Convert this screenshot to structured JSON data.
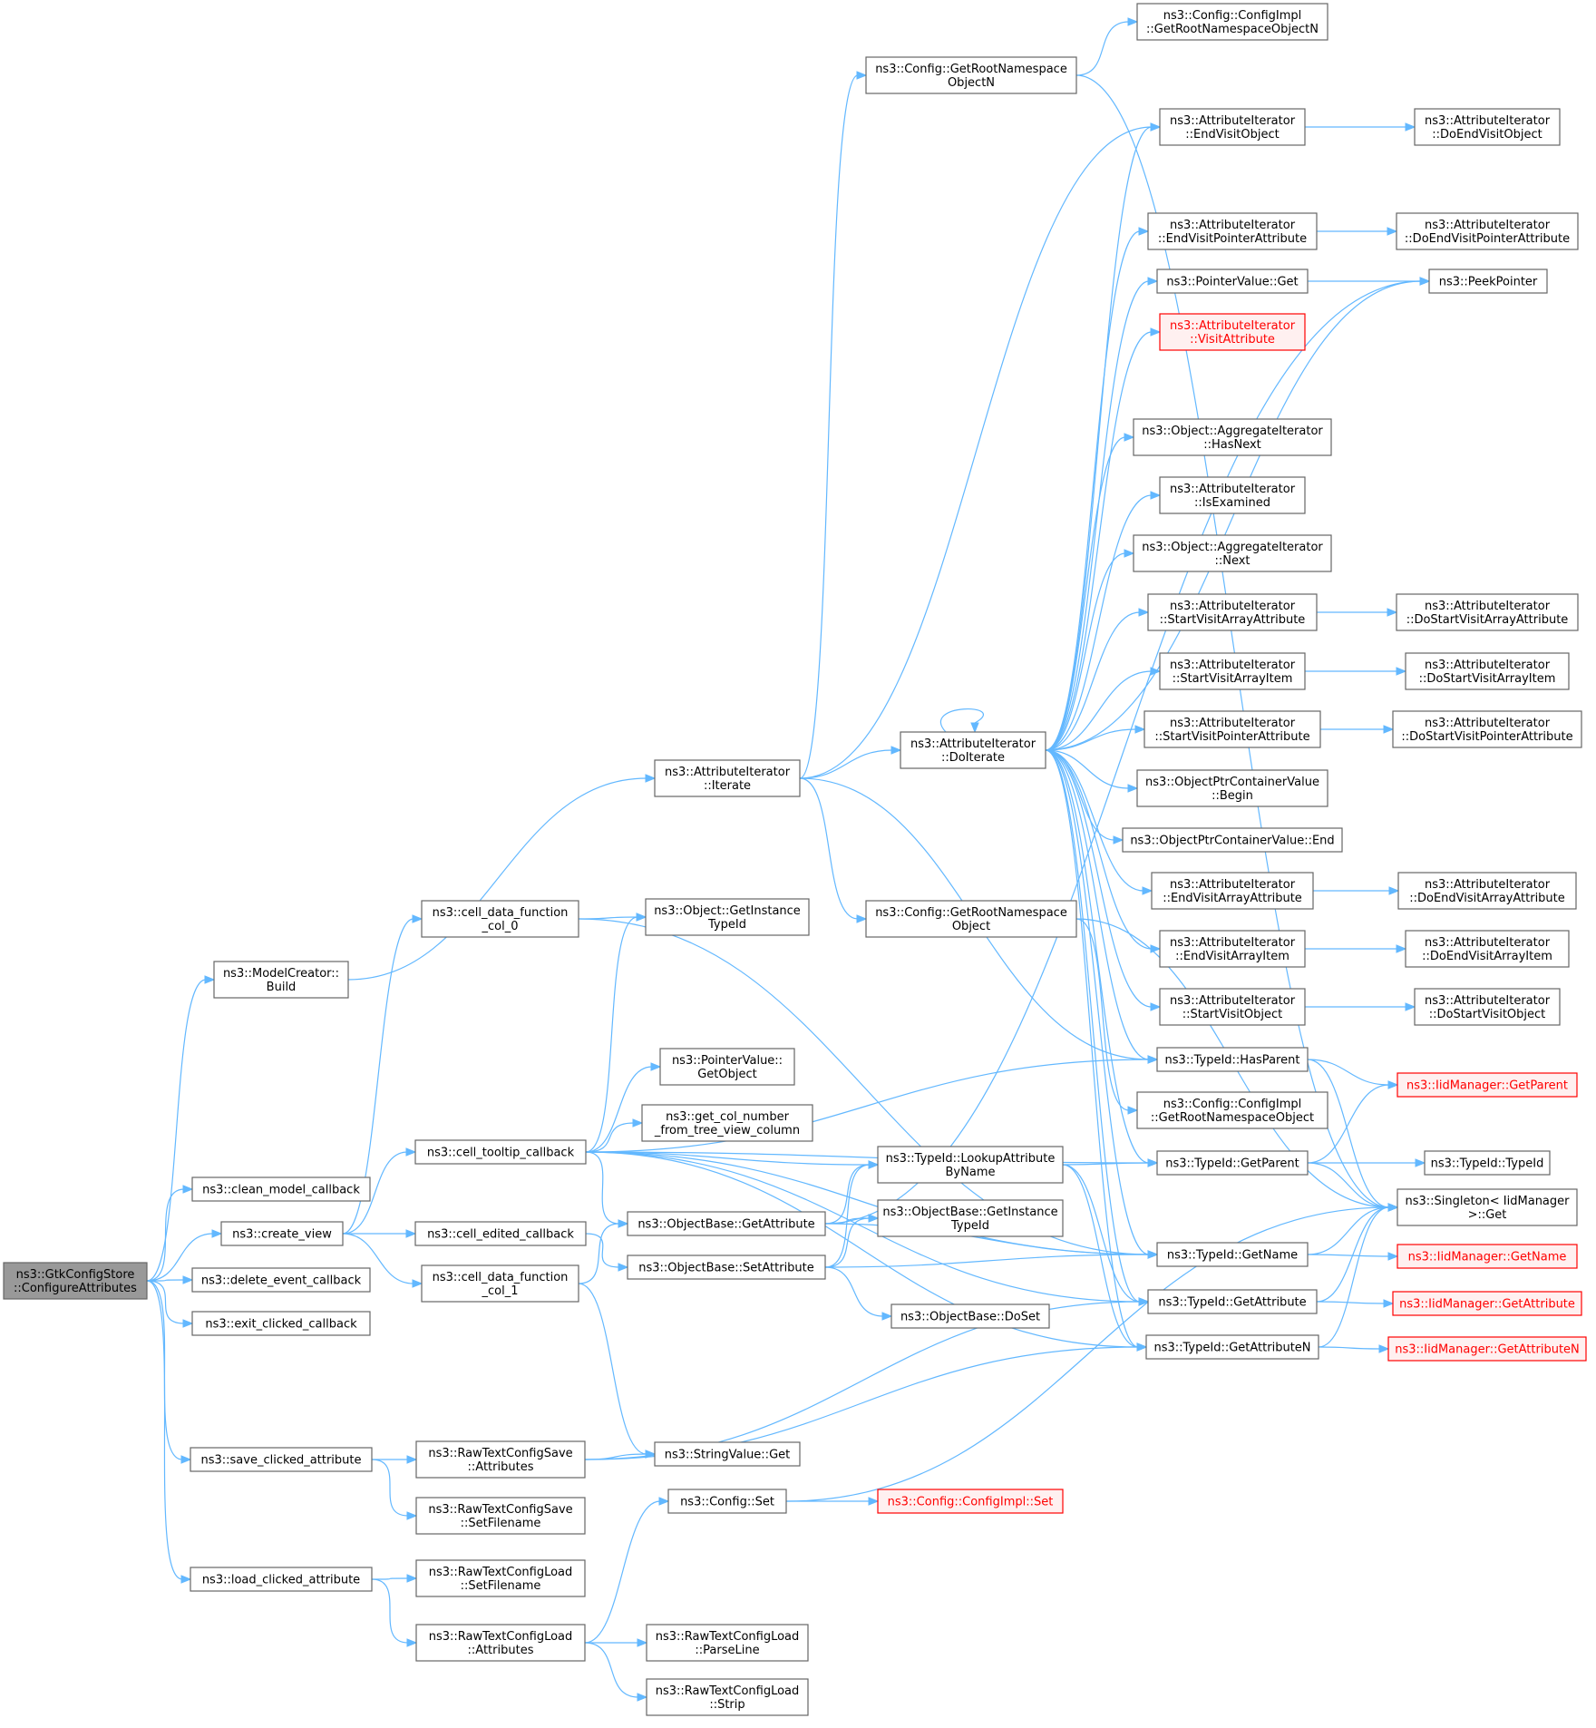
{
  "nodes": [
    {
      "id": "root",
      "lines": [
        "ns3::GtkConfigStore",
        "::ConfigureAttributes"
      ],
      "style": "root"
    },
    {
      "id": "model_build",
      "lines": [
        "ns3::ModelCreator::",
        "Build"
      ]
    },
    {
      "id": "clean_model",
      "lines": [
        "ns3::clean_model_callback"
      ]
    },
    {
      "id": "create_view",
      "lines": [
        "ns3::create_view"
      ]
    },
    {
      "id": "delete_event",
      "lines": [
        "ns3::delete_event_callback"
      ]
    },
    {
      "id": "exit_clicked",
      "lines": [
        "ns3::exit_clicked_callback"
      ]
    },
    {
      "id": "save_clicked",
      "lines": [
        "ns3::save_clicked_attribute"
      ]
    },
    {
      "id": "load_clicked",
      "lines": [
        "ns3::load_clicked_attribute"
      ]
    },
    {
      "id": "iterate",
      "lines": [
        "ns3::AttributeIterator",
        "::Iterate"
      ]
    },
    {
      "id": "cell_col0",
      "lines": [
        "ns3::cell_data_function",
        "_col_0"
      ]
    },
    {
      "id": "cell_tooltip",
      "lines": [
        "ns3::cell_tooltip_callback"
      ]
    },
    {
      "id": "cell_edited",
      "lines": [
        "ns3::cell_edited_callback"
      ]
    },
    {
      "id": "cell_col1",
      "lines": [
        "ns3::cell_data_function",
        "_col_1"
      ]
    },
    {
      "id": "rtsave_attr",
      "lines": [
        "ns3::RawTextConfigSave",
        "::Attributes"
      ]
    },
    {
      "id": "rtsave_setfn",
      "lines": [
        "ns3::RawTextConfigSave",
        "::SetFilename"
      ]
    },
    {
      "id": "rtload_setfn",
      "lines": [
        "ns3::RawTextConfigLoad",
        "::SetFilename"
      ]
    },
    {
      "id": "rtload_attr",
      "lines": [
        "ns3::RawTextConfigLoad",
        "::Attributes"
      ]
    },
    {
      "id": "obj_getinst",
      "lines": [
        "ns3::Object::GetInstance",
        "TypeId"
      ]
    },
    {
      "id": "pv_getobj",
      "lines": [
        "ns3::PointerValue::",
        "GetObject"
      ]
    },
    {
      "id": "get_col",
      "lines": [
        "ns3::get_col_number",
        "_from_tree_view_column"
      ]
    },
    {
      "id": "ob_getattr",
      "lines": [
        "ns3::ObjectBase::GetAttribute"
      ]
    },
    {
      "id": "ob_setattr",
      "lines": [
        "ns3::ObjectBase::SetAttribute"
      ]
    },
    {
      "id": "stringval_get",
      "lines": [
        "ns3::StringValue::Get"
      ]
    },
    {
      "id": "config_set",
      "lines": [
        "ns3::Config::Set"
      ]
    },
    {
      "id": "rtload_parse",
      "lines": [
        "ns3::RawTextConfigLoad",
        "::ParseLine"
      ]
    },
    {
      "id": "rtload_strip",
      "lines": [
        "ns3::RawTextConfigLoad",
        "::Strip"
      ]
    },
    {
      "id": "cfg_getrootN",
      "lines": [
        "ns3::Config::GetRootNamespace",
        "ObjectN"
      ]
    },
    {
      "id": "doiterate",
      "lines": [
        "ns3::AttributeIterator",
        "::DoIterate"
      ]
    },
    {
      "id": "cfg_getroot",
      "lines": [
        "ns3::Config::GetRootNamespace",
        "Object"
      ]
    },
    {
      "id": "tid_lookup",
      "lines": [
        "ns3::TypeId::LookupAttribute",
        "ByName"
      ]
    },
    {
      "id": "ob_getinst",
      "lines": [
        "ns3::ObjectBase::GetInstance",
        "TypeId"
      ]
    },
    {
      "id": "ob_doset",
      "lines": [
        "ns3::ObjectBase::DoSet"
      ]
    },
    {
      "id": "cfgimpl_set",
      "lines": [
        "ns3::Config::ConfigImpl::Set"
      ],
      "style": "red"
    },
    {
      "id": "cfgimpl_getrootN",
      "lines": [
        "ns3::Config::ConfigImpl",
        "::GetRootNamespaceObjectN"
      ]
    },
    {
      "id": "endvisitobj",
      "lines": [
        "ns3::AttributeIterator",
        "::EndVisitObject"
      ]
    },
    {
      "id": "endvisitptr",
      "lines": [
        "ns3::AttributeIterator",
        "::EndVisitPointerAttribute"
      ]
    },
    {
      "id": "pv_get",
      "lines": [
        "ns3::PointerValue::Get"
      ]
    },
    {
      "id": "visitattr",
      "lines": [
        "ns3::AttributeIterator",
        "::VisitAttribute"
      ],
      "style": "red"
    },
    {
      "id": "agg_hasnext",
      "lines": [
        "ns3::Object::AggregateIterator",
        "::HasNext"
      ]
    },
    {
      "id": "isexamined",
      "lines": [
        "ns3::AttributeIterator",
        "::IsExamined"
      ]
    },
    {
      "id": "agg_next",
      "lines": [
        "ns3::Object::AggregateIterator",
        "::Next"
      ]
    },
    {
      "id": "startvisitarr",
      "lines": [
        "ns3::AttributeIterator",
        "::StartVisitArrayAttribute"
      ]
    },
    {
      "id": "startvisitarritem",
      "lines": [
        "ns3::AttributeIterator",
        "::StartVisitArrayItem"
      ]
    },
    {
      "id": "startvisitptr",
      "lines": [
        "ns3::AttributeIterator",
        "::StartVisitPointerAttribute"
      ]
    },
    {
      "id": "optr_begin",
      "lines": [
        "ns3::ObjectPtrContainerValue",
        "::Begin"
      ]
    },
    {
      "id": "optr_end",
      "lines": [
        "ns3::ObjectPtrContainerValue::End"
      ]
    },
    {
      "id": "endvisitarr",
      "lines": [
        "ns3::AttributeIterator",
        "::EndVisitArrayAttribute"
      ]
    },
    {
      "id": "endvisitarritem",
      "lines": [
        "ns3::AttributeIterator",
        "::EndVisitArrayItem"
      ]
    },
    {
      "id": "startvisitobj",
      "lines": [
        "ns3::AttributeIterator",
        "::StartVisitObject"
      ]
    },
    {
      "id": "tid_hasparent",
      "lines": [
        "ns3::TypeId::HasParent"
      ]
    },
    {
      "id": "cfgimpl_getroot",
      "lines": [
        "ns3::Config::ConfigImpl",
        "::GetRootNamespaceObject"
      ]
    },
    {
      "id": "tid_getparent",
      "lines": [
        "ns3::TypeId::GetParent"
      ]
    },
    {
      "id": "tid_getname",
      "lines": [
        "ns3::TypeId::GetName"
      ]
    },
    {
      "id": "tid_getattr",
      "lines": [
        "ns3::TypeId::GetAttribute"
      ]
    },
    {
      "id": "tid_getattrN",
      "lines": [
        "ns3::TypeId::GetAttributeN"
      ]
    },
    {
      "id": "doendvisitobj",
      "lines": [
        "ns3::AttributeIterator",
        "::DoEndVisitObject"
      ]
    },
    {
      "id": "doendvisitptr",
      "lines": [
        "ns3::AttributeIterator",
        "::DoEndVisitPointerAttribute"
      ]
    },
    {
      "id": "peekpointer",
      "lines": [
        "ns3::PeekPointer"
      ]
    },
    {
      "id": "dostartvisitarr",
      "lines": [
        "ns3::AttributeIterator",
        "::DoStartVisitArrayAttribute"
      ]
    },
    {
      "id": "dostartvisitarritem",
      "lines": [
        "ns3::AttributeIterator",
        "::DoStartVisitArrayItem"
      ]
    },
    {
      "id": "dostartvisitptr",
      "lines": [
        "ns3::AttributeIterator",
        "::DoStartVisitPointerAttribute"
      ]
    },
    {
      "id": "doendvisitarr",
      "lines": [
        "ns3::AttributeIterator",
        "::DoEndVisitArrayAttribute"
      ]
    },
    {
      "id": "doendvisitarritem",
      "lines": [
        "ns3::AttributeIterator",
        "::DoEndVisitArrayItem"
      ]
    },
    {
      "id": "dostartvisitobj",
      "lines": [
        "ns3::AttributeIterator",
        "::DoStartVisitObject"
      ]
    },
    {
      "id": "iid_getparent",
      "lines": [
        "ns3::IidManager::GetParent"
      ],
      "style": "red"
    },
    {
      "id": "tid_typeid",
      "lines": [
        "ns3::TypeId::TypeId"
      ]
    },
    {
      "id": "singleton_get",
      "lines": [
        "ns3::Singleton< IidManager",
        " >::Get"
      ]
    },
    {
      "id": "iid_getname",
      "lines": [
        "ns3::IidManager::GetName"
      ],
      "style": "red"
    },
    {
      "id": "iid_getattr",
      "lines": [
        "ns3::IidManager::GetAttribute"
      ],
      "style": "red"
    },
    {
      "id": "iid_getattrN",
      "lines": [
        "ns3::IidManager::GetAttributeN"
      ],
      "style": "red"
    }
  ],
  "edges": [
    [
      "root",
      "model_build"
    ],
    [
      "root",
      "clean_model"
    ],
    [
      "root",
      "create_view"
    ],
    [
      "root",
      "delete_event"
    ],
    [
      "root",
      "exit_clicked"
    ],
    [
      "root",
      "save_clicked"
    ],
    [
      "root",
      "load_clicked"
    ],
    [
      "model_build",
      "iterate"
    ],
    [
      "create_view",
      "cell_col0"
    ],
    [
      "create_view",
      "cell_tooltip"
    ],
    [
      "create_view",
      "cell_edited"
    ],
    [
      "create_view",
      "cell_col1"
    ],
    [
      "save_clicked",
      "rtsave_attr"
    ],
    [
      "save_clicked",
      "rtsave_setfn"
    ],
    [
      "load_clicked",
      "rtload_setfn"
    ],
    [
      "load_clicked",
      "rtload_attr"
    ],
    [
      "iterate",
      "cfg_getrootN"
    ],
    [
      "iterate",
      "endvisitobj"
    ],
    [
      "iterate",
      "doiterate"
    ],
    [
      "iterate",
      "cfg_getroot"
    ],
    [
      "iterate",
      "tid_hasparent"
    ],
    [
      "cell_col0",
      "obj_getinst"
    ],
    [
      "cell_col0",
      "tid_getname"
    ],
    [
      "cell_tooltip",
      "obj_getinst"
    ],
    [
      "cell_tooltip",
      "pv_getobj"
    ],
    [
      "cell_tooltip",
      "get_col"
    ],
    [
      "cell_tooltip",
      "ob_getattr"
    ],
    [
      "cell_tooltip",
      "tid_lookup"
    ],
    [
      "cell_tooltip",
      "tid_getparent"
    ],
    [
      "cell_tooltip",
      "tid_getname"
    ],
    [
      "cell_tooltip",
      "tid_getattr"
    ],
    [
      "cell_tooltip",
      "tid_getattrN"
    ],
    [
      "cell_tooltip",
      "tid_hasparent"
    ],
    [
      "cell_edited",
      "ob_setattr"
    ],
    [
      "cell_col1",
      "ob_getattr"
    ],
    [
      "cell_col1",
      "stringval_get"
    ],
    [
      "rtsave_attr",
      "stringval_get"
    ],
    [
      "rtsave_attr",
      "tid_getattr"
    ],
    [
      "rtsave_attr",
      "tid_getattrN"
    ],
    [
      "rtload_attr",
      "config_set"
    ],
    [
      "rtload_attr",
      "rtload_parse"
    ],
    [
      "rtload_attr",
      "rtload_strip"
    ],
    [
      "ob_getattr",
      "tid_lookup"
    ],
    [
      "ob_getattr",
      "ob_getinst"
    ],
    [
      "ob_getattr",
      "peekpointer"
    ],
    [
      "ob_getattr",
      "tid_getname"
    ],
    [
      "ob_setattr",
      "tid_lookup"
    ],
    [
      "ob_setattr",
      "ob_getinst"
    ],
    [
      "ob_setattr",
      "ob_doset"
    ],
    [
      "ob_setattr",
      "tid_getname"
    ],
    [
      "config_set",
      "cfgimpl_set"
    ],
    [
      "config_set",
      "singleton_get"
    ],
    [
      "cfg_getrootN",
      "cfgimpl_getrootN"
    ],
    [
      "cfg_getrootN",
      "singleton_get"
    ],
    [
      "cfg_getroot",
      "cfgimpl_getroot"
    ],
    [
      "cfg_getroot",
      "singleton_get"
    ],
    [
      "doiterate",
      "doiterate"
    ],
    [
      "doiterate",
      "endvisitobj"
    ],
    [
      "doiterate",
      "endvisitptr"
    ],
    [
      "doiterate",
      "pv_get"
    ],
    [
      "doiterate",
      "visitattr"
    ],
    [
      "doiterate",
      "peekpointer"
    ],
    [
      "doiterate",
      "agg_hasnext"
    ],
    [
      "doiterate",
      "isexamined"
    ],
    [
      "doiterate",
      "agg_next"
    ],
    [
      "doiterate",
      "startvisitarr"
    ],
    [
      "doiterate",
      "startvisitarritem"
    ],
    [
      "doiterate",
      "startvisitptr"
    ],
    [
      "doiterate",
      "optr_begin"
    ],
    [
      "doiterate",
      "optr_end"
    ],
    [
      "doiterate",
      "endvisitarr"
    ],
    [
      "doiterate",
      "endvisitarritem"
    ],
    [
      "doiterate",
      "startvisitobj"
    ],
    [
      "doiterate",
      "tid_hasparent"
    ],
    [
      "doiterate",
      "tid_getparent"
    ],
    [
      "doiterate",
      "tid_getname"
    ],
    [
      "doiterate",
      "tid_getattr"
    ],
    [
      "doiterate",
      "tid_getattrN"
    ],
    [
      "tid_lookup",
      "tid_getparent"
    ],
    [
      "tid_lookup",
      "tid_getattr"
    ],
    [
      "tid_lookup",
      "tid_getattrN"
    ],
    [
      "endvisitobj",
      "doendvisitobj"
    ],
    [
      "endvisitptr",
      "doendvisitptr"
    ],
    [
      "pv_get",
      "peekpointer"
    ],
    [
      "startvisitarr",
      "dostartvisitarr"
    ],
    [
      "startvisitarritem",
      "dostartvisitarritem"
    ],
    [
      "startvisitptr",
      "dostartvisitptr"
    ],
    [
      "endvisitarr",
      "doendvisitarr"
    ],
    [
      "endvisitarritem",
      "doendvisitarritem"
    ],
    [
      "startvisitobj",
      "dostartvisitobj"
    ],
    [
      "tid_hasparent",
      "iid_getparent"
    ],
    [
      "tid_hasparent",
      "singleton_get"
    ],
    [
      "tid_getparent",
      "iid_getparent"
    ],
    [
      "tid_getparent",
      "tid_typeid"
    ],
    [
      "tid_getparent",
      "singleton_get"
    ],
    [
      "tid_getname",
      "singleton_get"
    ],
    [
      "tid_getname",
      "iid_getname"
    ],
    [
      "tid_getattr",
      "singleton_get"
    ],
    [
      "tid_getattr",
      "iid_getattr"
    ],
    [
      "tid_getattrN",
      "singleton_get"
    ],
    [
      "tid_getattrN",
      "iid_getattrN"
    ]
  ]
}
